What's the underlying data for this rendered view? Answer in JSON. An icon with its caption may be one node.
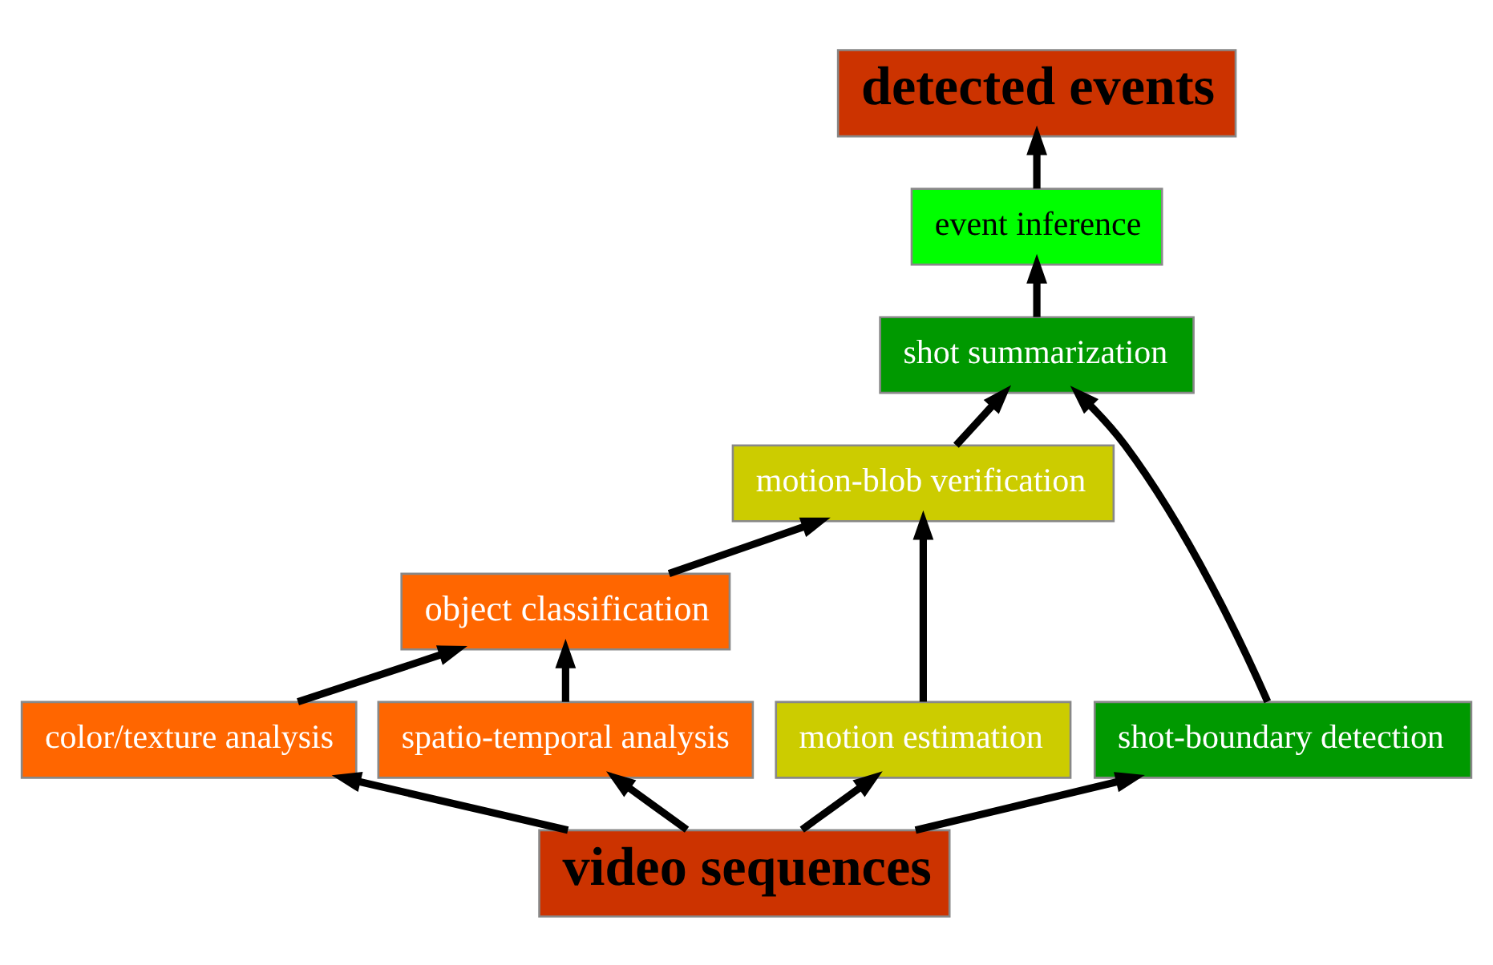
{
  "diagram": {
    "nodes": [
      {
        "text": [
          "detected events"
        ]
      },
      {
        "text": [
          "event inference"
        ]
      },
      {
        "text": [
          "shot summarization"
        ]
      },
      {
        "text": [
          "motion-blob verification"
        ]
      },
      {
        "text": [
          "object classification"
        ]
      },
      {
        "text": [
          "color/texture analysis"
        ]
      },
      {
        "text": [
          "spatio-temporal analysis"
        ]
      },
      {
        "text": [
          "motion estimation"
        ]
      },
      {
        "text": [
          "shot-boundary detection"
        ]
      },
      {
        "text": [
          "video sequences"
        ]
      }
    ],
    "edges": [
      {
        "from": 9,
        "to": 5,
        "arrow": "to"
      },
      {
        "from": 9,
        "to": 6,
        "arrow": "to"
      },
      {
        "from": 9,
        "to": 7,
        "arrow": "to"
      },
      {
        "from": 9,
        "to": 8,
        "arrow": "to"
      },
      {
        "from": 5,
        "to": 4,
        "arrow": "to"
      },
      {
        "from": 6,
        "to": 4,
        "arrow": "to"
      },
      {
        "from": 4,
        "to": 3,
        "arrow": "to"
      },
      {
        "from": 7,
        "to": 3,
        "arrow": "to"
      },
      {
        "from": 3,
        "to": 2,
        "arrow": "to"
      },
      {
        "from": 8,
        "to": 2,
        "arrow": "to"
      },
      {
        "from": 2,
        "to": 1,
        "arrow": "to"
      },
      {
        "from": 1,
        "to": 0,
        "arrow": "to"
      }
    ]
  }
}
